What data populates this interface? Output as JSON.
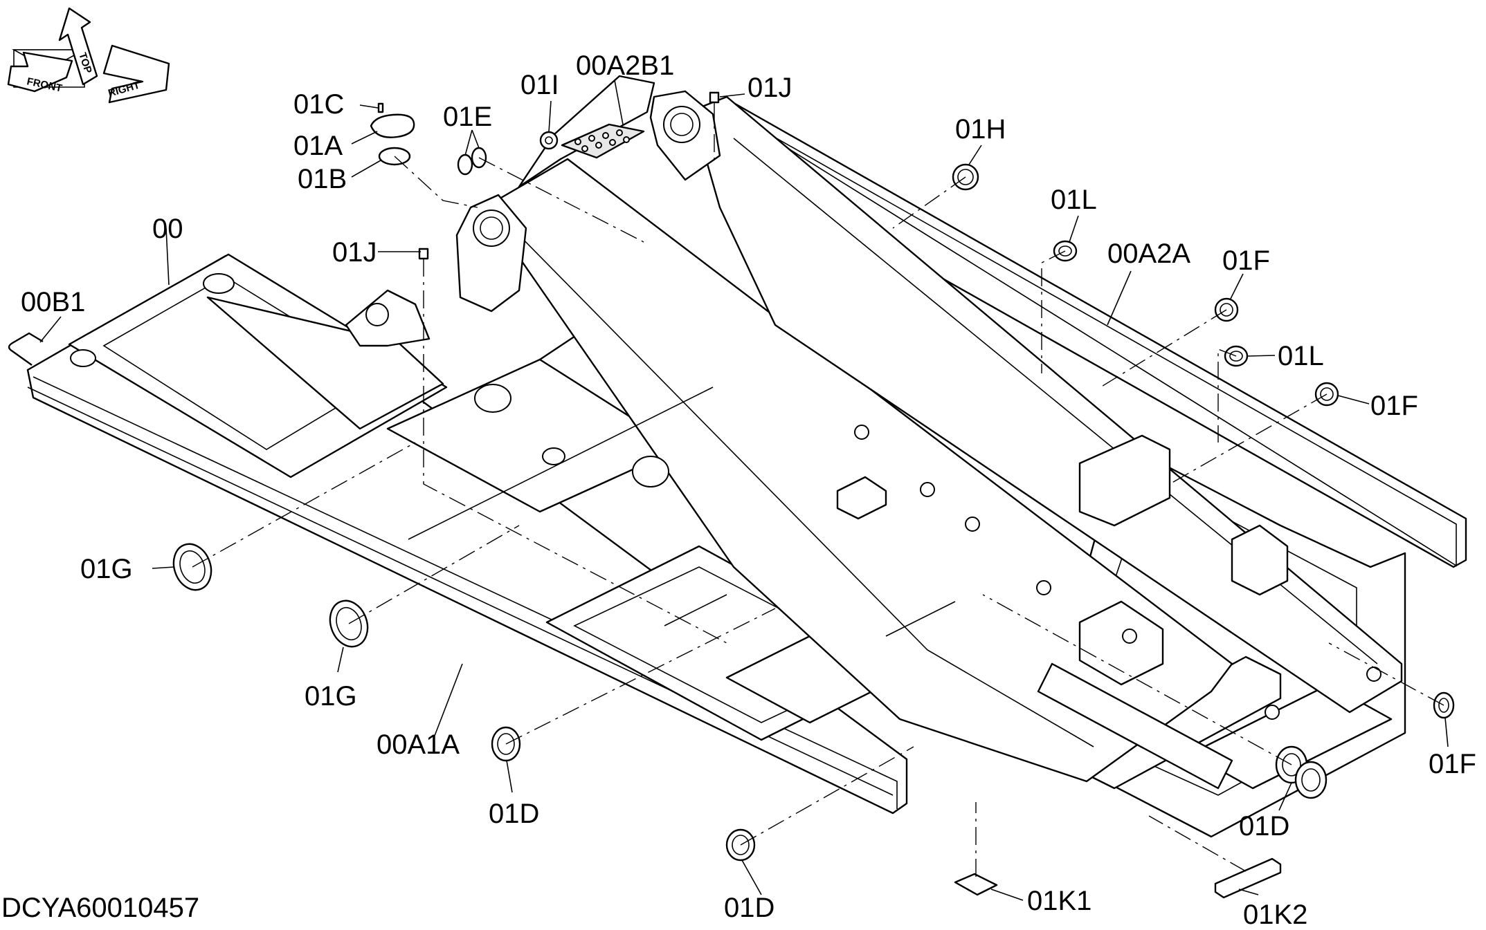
{
  "orientation": {
    "front": "FRONT",
    "top": "TOP",
    "right": "RIGHT"
  },
  "drawing_code": "DCYA60010457",
  "callouts": {
    "l_00": "00",
    "l_00B1": "00B1",
    "l_01C": "01C",
    "l_01A": "01A",
    "l_01B": "01B",
    "l_01E": "01E",
    "l_01I": "01I",
    "l_00A2B1": "00A2B1",
    "l_01J_top": "01J",
    "l_01J_left": "01J",
    "l_01H": "01H",
    "l_01L_top": "01L",
    "l_00A2A": "00A2A",
    "l_01F_top": "01F",
    "l_01L_right": "01L",
    "l_01F_mid": "01F",
    "l_01G_left": "01G",
    "l_01G_bottom": "01G",
    "l_00A1A": "00A1A",
    "l_01D_left": "01D",
    "l_01D_bottom": "01D",
    "l_01D_right": "01D",
    "l_01F_bottom": "01F",
    "l_01K1": "01K1",
    "l_01K2": "01K2"
  }
}
